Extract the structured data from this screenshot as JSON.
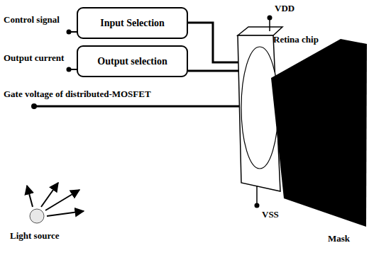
{
  "diagram": {
    "nodes": [
      {
        "text": [
          "Input Selection"
        ]
      },
      {
        "text": [
          "Output selection"
        ]
      }
    ],
    "labels": [
      "Control signal",
      "Output current",
      "Gate voltage of distributed-MOSFET",
      "VDD",
      "Retina chip",
      "VSS",
      "Mask",
      "Light source"
    ]
  }
}
